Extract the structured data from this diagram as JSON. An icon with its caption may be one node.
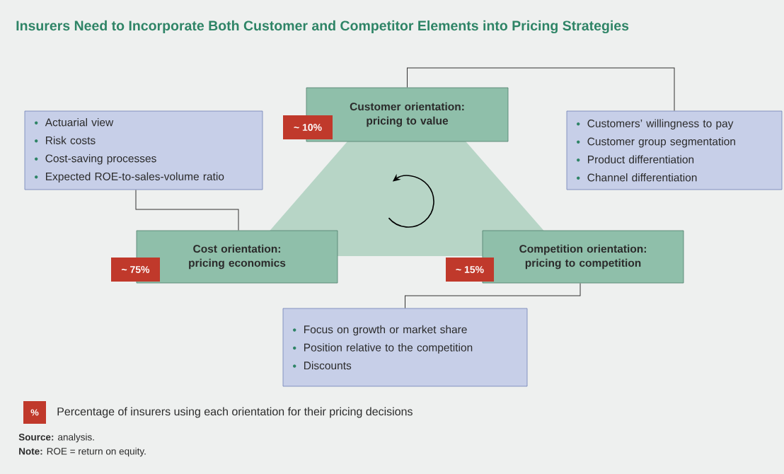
{
  "diagram": {
    "title": "Insurers Need to Incorporate Both Customer and Competitor Elements into Pricing Strategies",
    "nodes": [
      {
        "text": [
          "Customer orientation: pricing to value"
        ]
      },
      {
        "text": [
          "~ 10%"
        ]
      },
      {
        "text": [
          "Actuarial view",
          "Risk costs",
          "Cost-saving processes",
          "Expected ROE-to-sales-volume ratio"
        ]
      },
      {
        "text": [
          "Customers’ willingness to pay",
          "Customer group segmentation",
          "Product differentiation",
          "Channel differentiation"
        ]
      },
      {
        "text": [
          "Cost orientation: pricing economics"
        ]
      },
      {
        "text": [
          "~ 75%"
        ]
      },
      {
        "text": [
          "Competition orientation: pricing to competition"
        ]
      },
      {
        "text": [
          "~ 15%"
        ]
      },
      {
        "text": [
          "Focus on growth or market share",
          "Position relative to the competition",
          "Discounts"
        ]
      }
    ],
    "edges": [
      {
        "from": 0,
        "to": 3,
        "arrow": "none"
      },
      {
        "from": 2,
        "to": 4,
        "arrow": "none"
      },
      {
        "from": 6,
        "to": 8,
        "arrow": "none"
      }
    ],
    "labels": [
      "%",
      "**Source:** analysis.",
      "**Note:** ROE = return on equity."
    ],
    "legend": [
      {
        "text": "Percentage of insurers using each orientation for their pricing decisions",
        "color": "#c0392b"
      }
    ]
  }
}
